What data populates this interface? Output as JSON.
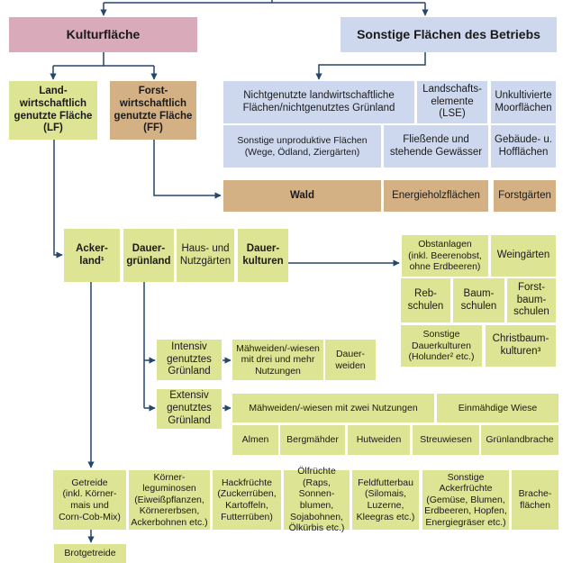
{
  "colors": {
    "kultur": "#d9aab9",
    "sonstige": "#cdd8ee",
    "landwirtschaft": "#dde493",
    "forst": "#d4b085",
    "connector": "#24476b"
  },
  "top": {
    "kultur": "Kulturfläche",
    "sonstige": "Sonstige Flächen des Betriebs"
  },
  "level2": {
    "lf": "Land-\nwirtschaftlich\ngenutzte Fläche\n(LF)",
    "ff": "Forst-\nwirtschaftlich\ngenutzte Fläche\n(FF)"
  },
  "sonstige_items": [
    "Nichtgenutzte landwirtschaftliche\nFlächen/nichtgenutztes Grünland",
    "Landschafts-\nelemente\n(LSE)",
    "Unkultivierte\nMoorflächen",
    "Sonstige unproduktive Flächen\n(Wege, Ödland, Ziergärten)",
    "Fließende und\nstehende Gewässer",
    "Gebäude- u.\nHofflächen"
  ],
  "forst_items": [
    "Wald",
    "Energieholzflächen",
    "Forstgärten"
  ],
  "lf_items": [
    "Acker-\nland¹",
    "Dauer-\ngrünland",
    "Haus- und\nNutzgärten",
    "Dauer-\nkulturen"
  ],
  "dauerkulturen": [
    "Obstanlagen\n(inkl. Beerenobst,\nohne Erdbeeren)",
    "Weingärten",
    "Reb-\nschulen",
    "Baum-\nschulen",
    "Forst-\nbaum-\nschulen",
    "Sonstige\nDauerkulturen\n(Holunder² etc.)",
    "Christbaum-\nkulturen³"
  ],
  "gruenland": {
    "intensiv": "Intensiv\ngenutztes\nGrünland",
    "intensiv_items": [
      "Mähweiden/-wiesen\nmit drei und mehr\nNutzungen",
      "Dauer-\nweiden"
    ],
    "extensiv": "Extensiv\ngenutztes\nGrünland",
    "extensiv_items": [
      "Mähweiden/-wiesen mit zwei Nutzungen",
      "Einmähdige Wiese",
      "Almen",
      "Bergmähder",
      "Hutweiden",
      "Streuwiesen",
      "Grünlandbrache"
    ]
  },
  "ackerland_items": [
    "Getreide\n(inkl. Körner-\nmais und\nCorn-Cob-Mix)",
    "Körner-\nleguminosen\n(Eiweißpflanzen,\nKörnererbsen,\nAckerbohnen etc.)",
    "Hackfrüchte\n(Zuckerrüben,\nKartoffeln,\nFutterrüben)",
    "Ölfrüchte\n(Raps, Sonnen-\nblumen,\nSojabohnen,\nÖlkürbis etc.)",
    "Feldfutterbau\n(Silomais,\nLuzerne,\nKleegras etc.)",
    "Sonstige\nAckerfrüchte\n(Gemüse, Blumen,\nErdbeeren, Hopfen,\nEnergiegräser etc.)",
    "Brache-\nflächen"
  ],
  "getreide_sub": "Brotgetreide"
}
